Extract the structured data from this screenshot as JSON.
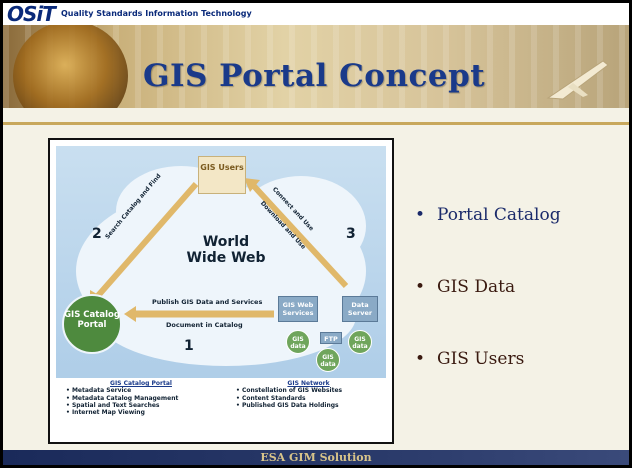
{
  "header": {
    "logo": "OSiT",
    "tagline": "Quality Standards Information Technology"
  },
  "slide": {
    "title": "GIS Portal Concept",
    "footer": "ESA GIM Solution"
  },
  "bullets": [
    {
      "label": "Portal Catalog",
      "color": "#1a2a6a"
    },
    {
      "label": "GIS Data",
      "color": "#3a1a10"
    },
    {
      "label": "GIS Users",
      "color": "#3a1a10"
    }
  ],
  "diagram": {
    "gis_users": "GIS Users",
    "world_wide_web": "World Wide Web",
    "step_1": "1",
    "step_2": "2",
    "step_3": "3",
    "arrow_search": "Search Catalog and Find",
    "arrow_connect": "Connect and Use",
    "arrow_download": "Download and Use",
    "arrow_publish": "Publish GIS Data and Services",
    "arrow_document": "Document in Catalog",
    "portal": "GIS Catalog Portal",
    "web_services": "GIS Web Services",
    "data_server": "Data Server",
    "ftp": "FTP",
    "gis_data": "GIS data",
    "footer_left": {
      "heading": "GIS Catalog Portal",
      "items": [
        "Metadata Service",
        "Metadata Catalog Management",
        "Spatial and Text Searches",
        "Internet Map Viewing"
      ]
    },
    "footer_right": {
      "heading": "GIS Network",
      "items": [
        "Constellation of GIS Websites",
        "Content Standards",
        "Published GIS Data Holdings"
      ]
    }
  }
}
